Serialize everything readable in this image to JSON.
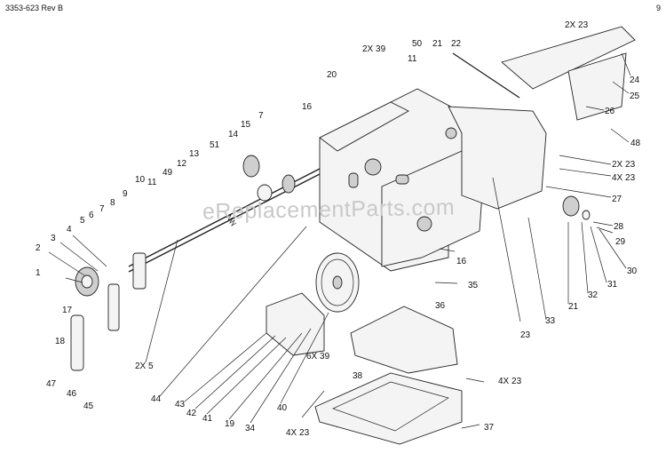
{
  "document_id": "3353-623  Rev B",
  "page_number": "9",
  "watermark": "eReplacementParts.com",
  "callouts": [
    {
      "id": "c-2x23-top",
      "text": "2X 23"
    },
    {
      "id": "c-24",
      "text": "24"
    },
    {
      "id": "c-25",
      "text": "25"
    },
    {
      "id": "c-26",
      "text": "26"
    },
    {
      "id": "c-48",
      "text": "48"
    },
    {
      "id": "c-2x23-right",
      "text": "2X 23"
    },
    {
      "id": "c-4x23-right",
      "text": "4X 23"
    },
    {
      "id": "c-27",
      "text": "27"
    },
    {
      "id": "c-28",
      "text": "28"
    },
    {
      "id": "c-29",
      "text": "29"
    },
    {
      "id": "c-30",
      "text": "30"
    },
    {
      "id": "c-31",
      "text": "31"
    },
    {
      "id": "c-32",
      "text": "32"
    },
    {
      "id": "c-21-low",
      "text": "21"
    },
    {
      "id": "c-33",
      "text": "33"
    },
    {
      "id": "c-23-mid",
      "text": "23"
    },
    {
      "id": "c-2x39-top",
      "text": "2X 39"
    },
    {
      "id": "c-50",
      "text": "50"
    },
    {
      "id": "c-21-top",
      "text": "21"
    },
    {
      "id": "c-22",
      "text": "22"
    },
    {
      "id": "c-11-top",
      "text": "11"
    },
    {
      "id": "c-20",
      "text": "20"
    },
    {
      "id": "c-16-top",
      "text": "16"
    },
    {
      "id": "c-7",
      "text": "7"
    },
    {
      "id": "c-15",
      "text": "15"
    },
    {
      "id": "c-14",
      "text": "14"
    },
    {
      "id": "c-51",
      "text": "51"
    },
    {
      "id": "c-13",
      "text": "13"
    },
    {
      "id": "c-12",
      "text": "12"
    },
    {
      "id": "c-49",
      "text": "49"
    },
    {
      "id": "c-11-left",
      "text": "11"
    },
    {
      "id": "c-10",
      "text": "10"
    },
    {
      "id": "c-9",
      "text": "9"
    },
    {
      "id": "c-8",
      "text": "8"
    },
    {
      "id": "c-7-left",
      "text": "7"
    },
    {
      "id": "c-6",
      "text": "6"
    },
    {
      "id": "c-5",
      "text": "5"
    },
    {
      "id": "c-4",
      "text": "4"
    },
    {
      "id": "c-3",
      "text": "3"
    },
    {
      "id": "c-2",
      "text": "2"
    },
    {
      "id": "c-1",
      "text": "1"
    },
    {
      "id": "c-17",
      "text": "17"
    },
    {
      "id": "c-18",
      "text": "18"
    },
    {
      "id": "c-47",
      "text": "47"
    },
    {
      "id": "c-46",
      "text": "46"
    },
    {
      "id": "c-45",
      "text": "45"
    },
    {
      "id": "c-2x5",
      "text": "2X 5"
    },
    {
      "id": "c-44",
      "text": "44"
    },
    {
      "id": "c-43",
      "text": "43"
    },
    {
      "id": "c-42",
      "text": "42"
    },
    {
      "id": "c-41",
      "text": "41"
    },
    {
      "id": "c-19",
      "text": "19"
    },
    {
      "id": "c-34",
      "text": "34"
    },
    {
      "id": "c-4x23-bottom",
      "text": "4X 23"
    },
    {
      "id": "c-40",
      "text": "40"
    },
    {
      "id": "c-6x39",
      "text": "6X 39"
    },
    {
      "id": "c-38",
      "text": "38"
    },
    {
      "id": "c-4x23-mid",
      "text": "4X 23"
    },
    {
      "id": "c-37",
      "text": "37"
    },
    {
      "id": "c-35",
      "text": "35"
    },
    {
      "id": "c-36",
      "text": "36"
    },
    {
      "id": "c-16-right",
      "text": "16"
    }
  ]
}
